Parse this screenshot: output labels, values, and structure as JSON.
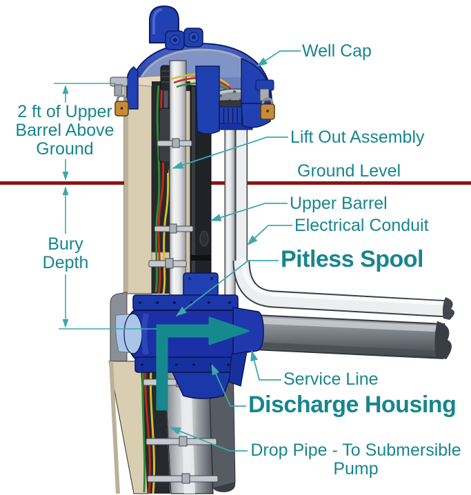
{
  "labels": {
    "above_ground": "2 ft of Upper\nBarrel Above\nGround",
    "bury_depth": "Bury\nDepth",
    "well_cap": "Well Cap",
    "lift_out_assembly": "Lift Out Assembly",
    "ground_level": "Ground Level",
    "upper_barrel": "Upper Barrel",
    "electrical_conduit": "Electrical Conduit",
    "pitless_spool": "Pitless Spool",
    "service_line": "Service Line",
    "discharge_housing": "Discharge Housing",
    "drop_pipe": "Drop Pipe - To Submersible\nPump"
  },
  "colors": {
    "accent_teal": "#17868D",
    "leader_teal": "#3EA7AB",
    "flow_teal": "#15898D",
    "ground_red": "#8E1312",
    "cap_blue": "#2140B2",
    "housing_blue": "#1B2FA6",
    "barrel_tan": "#D9CDB2",
    "pipe_gray": "#82878D",
    "cut_light_blue": "#A9C6E8"
  }
}
